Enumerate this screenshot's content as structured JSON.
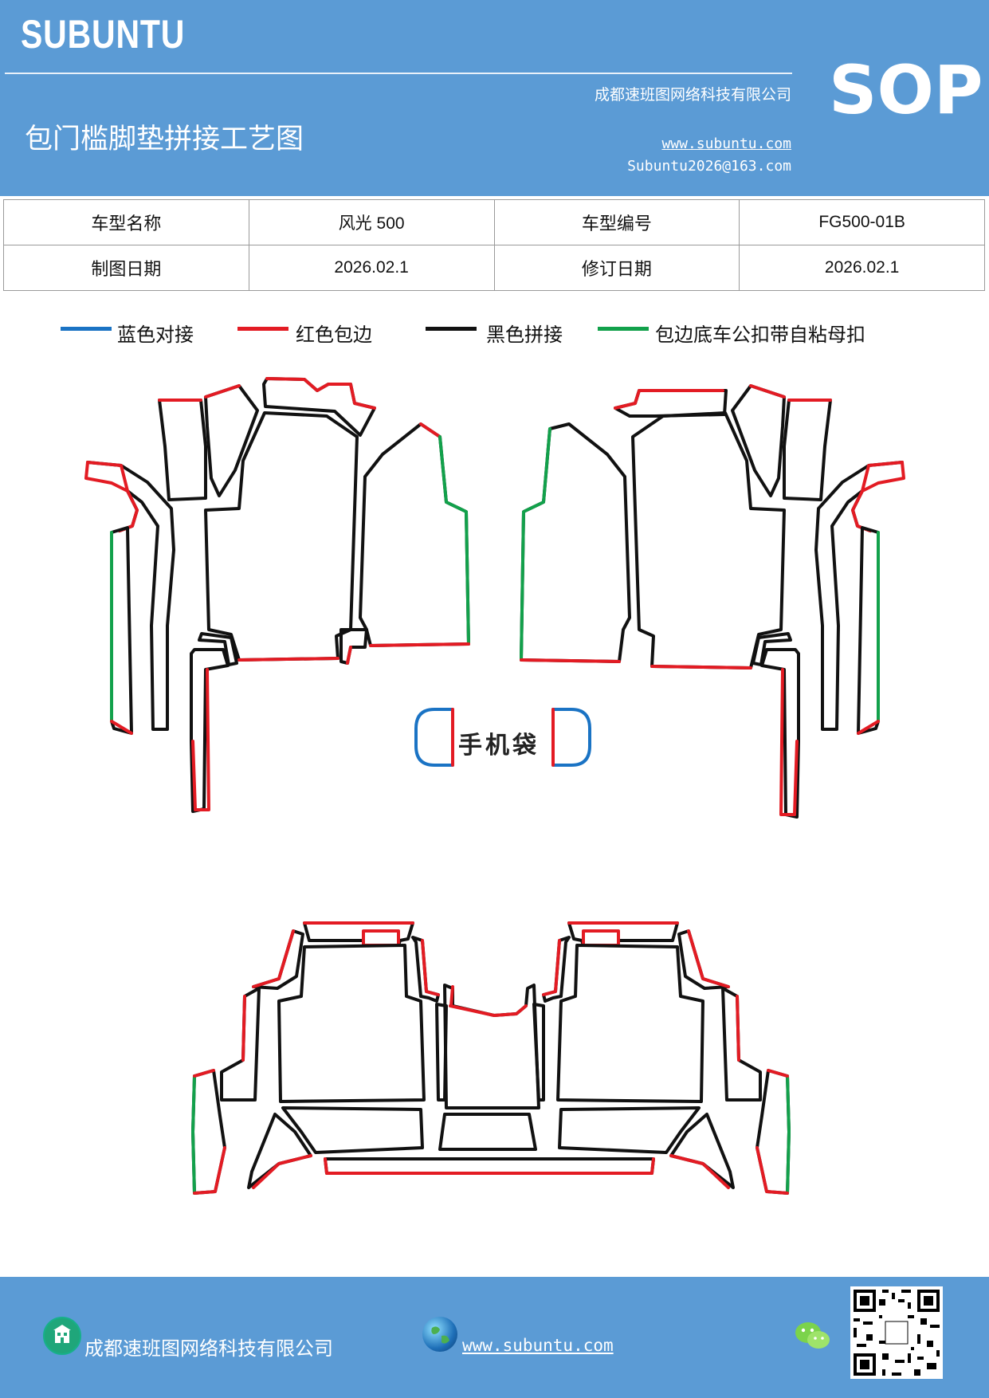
{
  "header": {
    "brand": "SUBUNTU",
    "company": "成都速班图网络科技有限公司",
    "title": "包门槛脚垫拼接工艺图",
    "website": "www.subuntu.com",
    "email": "Subuntu2026@163.com",
    "badge": "SOP"
  },
  "info_table": {
    "row1": {
      "label1": "车型名称",
      "value1": "风光 500",
      "label2": "车型编号",
      "value2": "FG500-01B"
    },
    "row2": {
      "label1": "制图日期",
      "value1": "2026.02.1",
      "label2": "修订日期",
      "value2": "2026.02.1"
    }
  },
  "legend": [
    {
      "label": "蓝色对接",
      "color": "#1a73c4"
    },
    {
      "label": "红色包边",
      "color": "#e31b23"
    },
    {
      "label": "黑色拼接",
      "color": "#111111"
    },
    {
      "label": "包边底车公扣带自粘母扣",
      "color": "#12a14b"
    }
  ],
  "drawing": {
    "phone_pocket_label": "手机袋"
  },
  "footer": {
    "company": "成都速班图网络科技有限公司",
    "website": "www.subuntu.com "
  },
  "icons": [
    "building-icon",
    "globe-icon",
    "wechat-icon",
    "qr-code"
  ]
}
